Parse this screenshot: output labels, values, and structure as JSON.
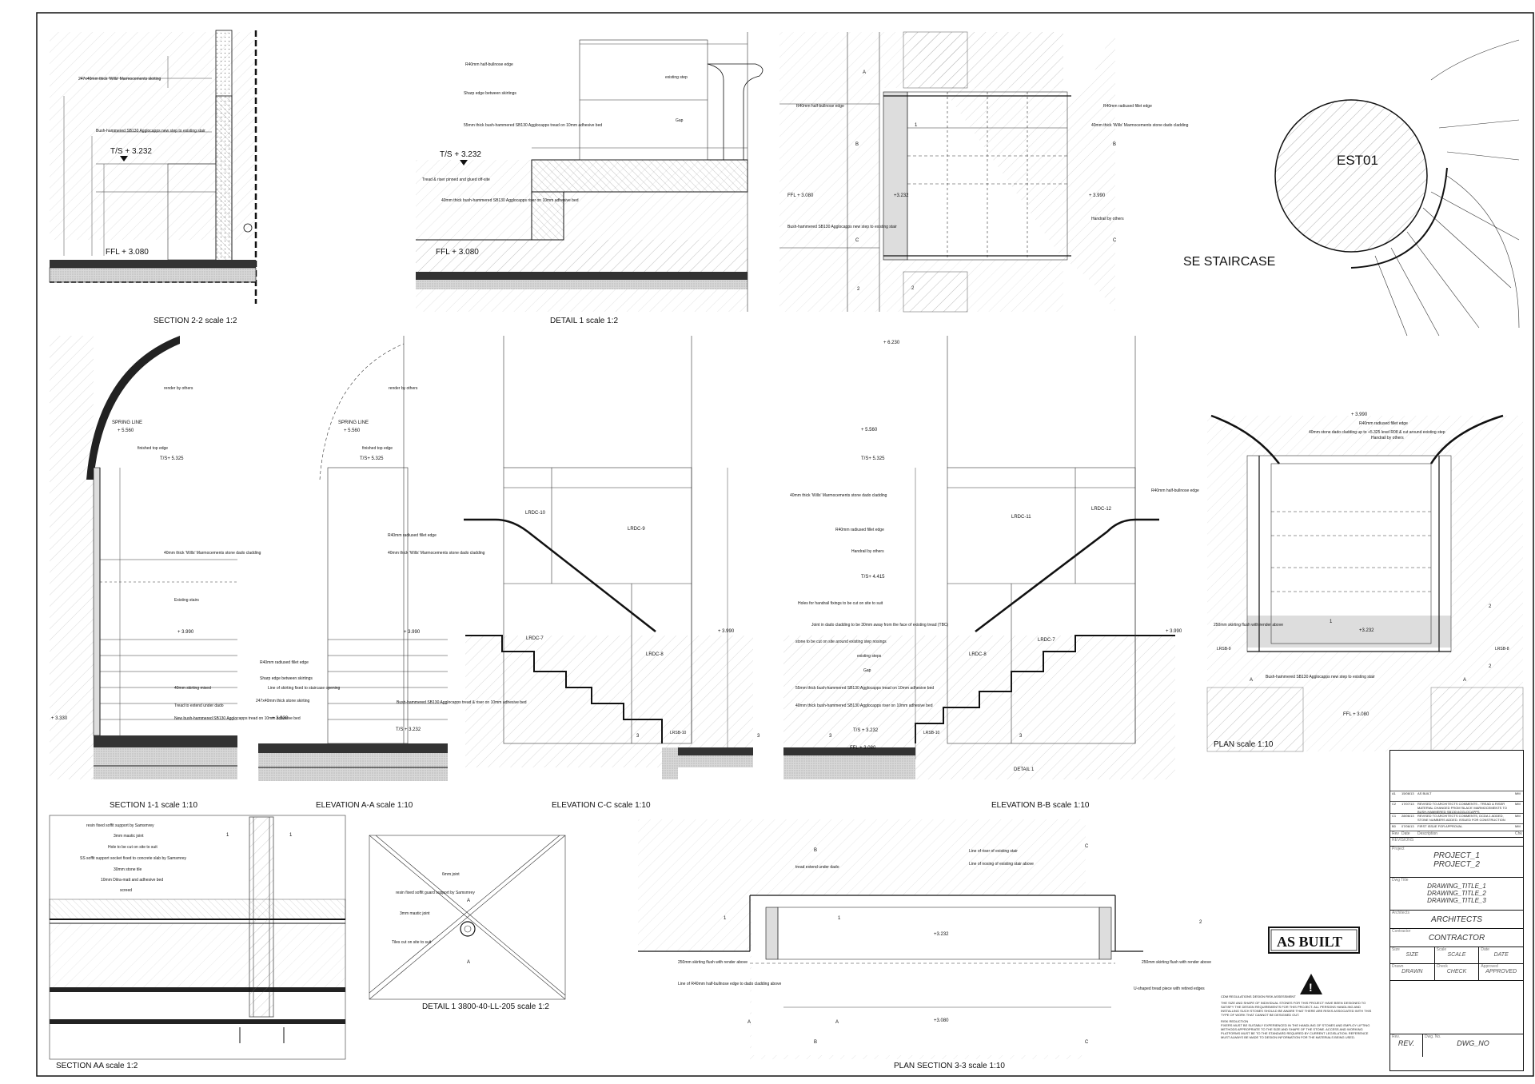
{
  "sheet": {
    "title": "SE STAIRCASE",
    "column_label": "EST01",
    "stamp": "AS BUILT"
  },
  "drawings": {
    "section_2_2": {
      "caption": "SECTION 2-2  scale 1:2",
      "levels": [
        "T/S + 3.232",
        "FFL + 3.080"
      ],
      "notes": [
        "247x40mm thick 'Wills' Marmocements skirting",
        "Bush-hammered SB130 Agglocapps new step to existing stair"
      ]
    },
    "detail_1": {
      "caption": "DETAIL 1  scale 1:2",
      "levels": [
        "T/S + 3.232",
        "FFL + 3.080"
      ],
      "notes": [
        "R40mm half-bullnose edge",
        "Sharp edge between skirtings",
        "55mm thick bush-hammered SB130 Agglocapps tread on 10mm adhesive bed",
        "Tread & riser pinned and glued off-site",
        "40mm thick bush-hammered SB130 Agglocapps riser on 10mm adhesive bed",
        "existing step",
        "Gap"
      ]
    },
    "plan_top": {
      "levels": [
        "FFL + 3.080",
        "+3.232",
        "+ 3.990"
      ],
      "notes": [
        "R40mm half-bullnose edge",
        "R40mm radiused fillet edge",
        "40mm thick 'Wills' Marmocements stone dado cladding",
        "Handrail by others",
        "Bush-hammered SB130 Agglocapps new step to existing stair"
      ]
    },
    "section_1_1": {
      "caption": "SECTION 1-1  scale 1:10",
      "levels": [
        "SPRING LINE",
        "+ 5.560",
        "T/S+ 5.325",
        "+ 3.990",
        "+ 3.330"
      ],
      "notes": [
        "render by others",
        "finished top edge",
        "40mm thick 'Wills' Marmocements stone dado cladding",
        "Existing stairs",
        "40mm skirting mixed",
        "Tread to extend under dado",
        "New bush-hammered SB130 Agglocapps tread on 10mm adhesive bed"
      ]
    },
    "elevation_a_a": {
      "caption": "ELEVATION A-A  scale 1:10",
      "levels": [
        "SPRING LINE",
        "+ 5.560",
        "T/S+ 5.325",
        "+ 3.990",
        "+ 3.330",
        "T/S + 3.232"
      ],
      "notes": [
        "render by others",
        "finished top edge",
        "R40mm radiused fillet edge",
        "40mm thick 'Wills' Marmocements stone dado cladding",
        "R40mm radiused fillet edge",
        "Sharp edge between skirtings",
        "Line of skirting fixed to staircase opening",
        "247x40mm thick stone skirting",
        "Bush-hammered SB130 Agglocapps tread & riser on 10mm adhesive bed"
      ]
    },
    "elevation_c_c": {
      "caption": "ELEVATION C-C  scale 1:10",
      "panels": [
        "LRDC-10",
        "LRDC-9",
        "LRDC-7",
        "LRDC-8",
        "LRSB-10"
      ],
      "levels": [
        "+ 3.990"
      ]
    },
    "elevation_b_b": {
      "caption": "ELEVATION B-B  scale 1:10",
      "panels": [
        "LRDC-11",
        "LRDC-12",
        "LRDC-8",
        "LRDC-7",
        "LRSB-10"
      ],
      "levels": [
        "+ 6.230",
        "+ 5.560",
        "T/S+ 5.325",
        "T/S+ 4.415",
        "+ 3.990",
        "T/S + 3.232",
        "FFL + 3.080"
      ],
      "notes": [
        "40mm thick 'Wills' Marmocements stone dado cladding",
        "R40mm radiused fillet edge",
        "Handrail by others",
        "Holes for handrail fixings to be cut on site to suit",
        "Joint in dado cladding to be 30mm away from the face of existing tread (TBC)",
        "stone to be cut on site around existing step nosings",
        "existing steps",
        "Gap",
        "55mm thick bush-hammered SB130 Agglocapps tread on 10mm adhesive bed",
        "40mm thick bush-hammered SB130 Agglocapps riser on 10mm adhesive bed",
        "DETAIL 1",
        "R40mm half-bullnose edge"
      ]
    },
    "plan": {
      "caption": "PLAN  scale 1:10",
      "levels": [
        "+ 3.990",
        "+3.232",
        "FFL + 3.080"
      ],
      "notes": [
        "R40mm radiused fillet edge",
        "40mm stone dado cladding up to +5.325 level R08 & cut around existing step",
        "Handrail by others",
        "250mm skirting flush with render above",
        "Bush-hammered SB130 Agglocapps new step to existing stair",
        "LRSB-9",
        "LRSB-8"
      ]
    },
    "section_aa": {
      "caption": "SECTION AA  scale 1:2",
      "notes": [
        "resin fixed soffit support by Samsmrey",
        "3mm mastic joint",
        "Hole to be cut on site to suit",
        "SS soffit support socket fixed to concrete slab by Samsmrey",
        "30mm stone tile",
        "10mm Ditra-matt and adhesive bed",
        "screed"
      ]
    },
    "detail_1_b": {
      "caption": "DETAIL 1  3800-40-LL-205  scale 1:2",
      "notes": [
        "6mm joint",
        "resin fixed soffit guard support by Samsmrey",
        "3mm mastic joint",
        "Tiles cut on site to suit"
      ]
    },
    "plan_section_3_3": {
      "caption": "PLAN SECTION 3-3  scale 1:10",
      "levels": [
        "+3.232",
        "+3.080"
      ],
      "notes": [
        "Line of riser of existing stair",
        "Line of nosing of existing stair above",
        "tread extend under dado",
        "250mm skirting flush with render above",
        "Line of R40mm half-bullnose edge to dado cladding above",
        "U-shaped tread piece with retired edges"
      ]
    }
  },
  "title_block": {
    "revisions": [
      {
        "rev": "A1",
        "date": "15/08/13",
        "desc": "AS BUILT",
        "by": "MM"
      },
      {
        "rev": "C2",
        "date": "17/07/13",
        "desc": "REVISED TO ARCHITECTS COMMENTS - TREAD & RISER MATERIAL CHANGED FROM 'BLACK' MARMOCEMENTS TO BUSH-HAMMERED SB130 AGGLOCAPPS",
        "by": "MM"
      },
      {
        "rev": "C1",
        "date": "28/06/13",
        "desc": "REVISED TO ARCHITECTS COMMENTS, DCDA 1 ADDED, STONE NUMBERS ADDED. ISSUED FOR CONSTRUCTION",
        "by": "MM"
      },
      {
        "rev": "B0",
        "date": "07/06/13",
        "desc": "FIRST ISSUE FOR APPROVAL",
        "by": "MM"
      }
    ],
    "rev_header": [
      "Rev",
      "Date",
      "Description",
      "Chk"
    ],
    "revisions_label": "REVISIONS",
    "project_label": "Project",
    "project": [
      "PROJECT_1",
      "PROJECT_2"
    ],
    "dwg_title_label": "Dwg Title",
    "dwg_title": [
      "DRAWING_TITLE_1",
      "DRAWING_TITLE_2",
      "DRAWING_TITLE_3"
    ],
    "architects_label": "Architects",
    "architects": "ARCHITECTS",
    "contractor_label": "Contractor",
    "contractor": "CONTRACTOR",
    "size_label": "Size",
    "size": "SIZE",
    "scale_label": "Scale",
    "scale": "SCALE",
    "date_label": "Date",
    "date": "DATE",
    "drawn_label": "Drawn",
    "drawn": "DRAWN",
    "check_label": "Check",
    "check": "CHECK",
    "approved_label": "Approved",
    "approved": "APPROVED",
    "rev_label": "Rev.",
    "rev": "REV.",
    "dwg_no_label": "Dwg. No.",
    "dwg_no": "DWG_NO"
  },
  "cdm": {
    "heading": "CDM REGULATIONS DESIGN RISK ASSESSMENT",
    "body": "THE SIZE AND SHAPE OF INDIVIDUAL STONES FOR THIS PROJECT HAVE BEEN DESIGNED TO SATISFY THE DESIGN REQUIREMENTS FOR THIS PROJECT. ALL PERSONS HANDLING AND INSTALLING SUCH STONES SHOULD BE AWARE THAT THERE ARE RISKS ASSOCIATED WITH THIS TYPE OF WORK THAT CANNOT BE DESIGNED OUT.",
    "heading2": "RISK REDUCTION",
    "body2": "FIXERS MUST BE SUITABLY EXPERIENCED IN THE HANDLING OF STONES AND EMPLOY LIFTING METHODS APPROPRIATE TO THE SIZE AND SHAPE OF THE STONE. ACCESS AND WORKING PLATFORMS MUST BE TO THE STANDARD REQUIRED BY CURRENT LEGISLATION. REFERENCE MUST ALWAYS BE MADE TO DESIGN INFORMATION FOR THE MATERIALS BEING USED."
  }
}
